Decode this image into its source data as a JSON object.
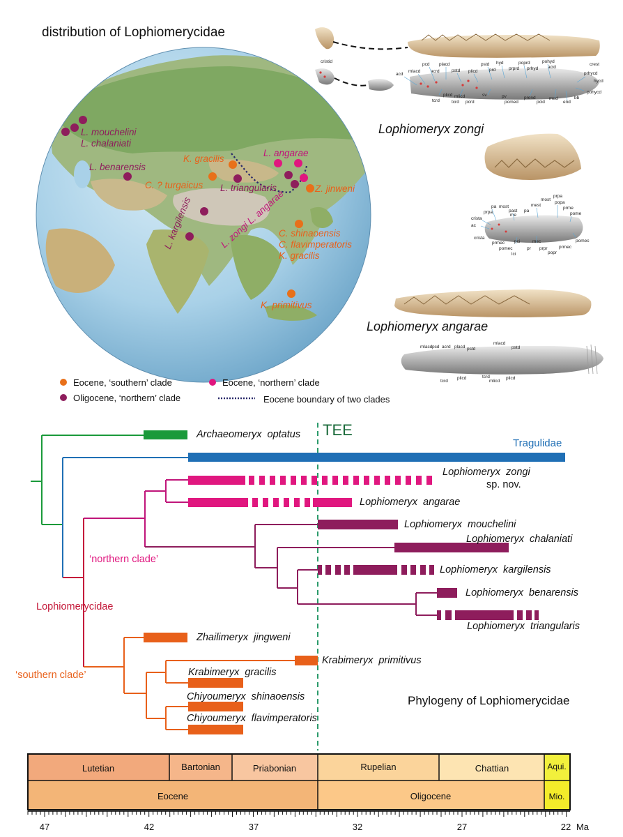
{
  "map": {
    "title": "distribution of Lophiomerycidae",
    "species_labels": [
      {
        "id": "mouchelini",
        "text": "L. mouchelini",
        "color": "#8e1d5c"
      },
      {
        "id": "chalaniati",
        "text": "L. chalaniati",
        "color": "#8e1d5c"
      },
      {
        "id": "benarensis",
        "text": "L. benarensis",
        "color": "#8e1d5c"
      },
      {
        "id": "kgracilis1",
        "text": "K. gracilis",
        "color": "#e8601a"
      },
      {
        "id": "turgaicus",
        "text": "C. ? turgaicus",
        "color": "#e8601a"
      },
      {
        "id": "angarae",
        "text": "L. angarae",
        "color": "#c0157a"
      },
      {
        "id": "triangularis",
        "text": "L. triangularis",
        "color": "#8e1d5c"
      },
      {
        "id": "jinweni",
        "text": "Z. jinweni",
        "color": "#e8601a"
      },
      {
        "id": "kargilensis",
        "text": "L. kargilensis",
        "color": "#8e1d5c"
      },
      {
        "id": "zongi",
        "text": "L. zongi L. angarae",
        "color": "#c0157a"
      },
      {
        "id": "shinaoensis",
        "text": "C. shinaoensis",
        "color": "#e8601a"
      },
      {
        "id": "flavimperatoris",
        "text": "C. flavimperatoris",
        "color": "#e8601a"
      },
      {
        "id": "kgracilis2",
        "text": "K. gracilis",
        "color": "#e8601a"
      },
      {
        "id": "primitivus",
        "text": "K. primitivus",
        "color": "#e8601a"
      }
    ],
    "legend": {
      "eocene_southern": "Eocene, ‘southern’ clade",
      "eocene_northern": "Eocene, ‘northern’ clade",
      "oligocene_northern": "Oligocene, ‘northern’ clade",
      "boundary": "Eocene boundary of two clades"
    },
    "colors": {
      "southern": "#e8701a",
      "northern_eocene": "#e0177f",
      "northern_oligocene": "#8e1d5c",
      "boundary": "#2a2a6a"
    }
  },
  "specimens": {
    "zongi_title": "Lophiomeryx zongi",
    "angarae_title": "Lophiomeryx angarae",
    "zongi_lower_terms": [
      "cristid",
      "acd",
      "mlacd",
      "pcd",
      "placd",
      "acrd",
      "pstd",
      "plicd",
      "pstd",
      "prd",
      "hyd",
      "poprd",
      "prprd",
      "prhyd",
      "pohyd",
      "acid",
      "crest",
      "prhycd",
      "hycd",
      "pohycd",
      "bb",
      "end",
      "med",
      "pcid",
      "prend",
      "pomed",
      "pv",
      "sv",
      "pcrd",
      "mlicd",
      "tcrd",
      "plicd",
      "tcrd"
    ],
    "zongi_upper_terms": [
      "crista",
      "prpa",
      "pa",
      "most",
      "past",
      "me",
      "pa",
      "mest",
      "most",
      "prpa",
      "popa",
      "prme",
      "pome",
      "pomec",
      "prmec",
      "mec",
      "prmec",
      "pci",
      "pr",
      "prpr",
      "popr",
      "lci",
      "pomec",
      "ac",
      "crista"
    ],
    "angarae_terms": [
      "mlacd",
      "pcd",
      "acrd",
      "placd",
      "pstd",
      "mlacd",
      "pstd",
      "tcrd",
      "plicd",
      "tcrd",
      "mlicd",
      "plicd"
    ]
  },
  "phylogeny": {
    "title": "Phylogeny of Lophiomerycidae",
    "tee_label": "TEE",
    "taxa": [
      {
        "id": "optatus",
        "label": "Archaeomeryx optatus"
      },
      {
        "id": "tragulidae",
        "label": "Tragulidae"
      },
      {
        "id": "zongi",
        "label": "Lophiomeryx zongi",
        "sub": "sp. nov."
      },
      {
        "id": "angarae",
        "label": "Lophiomeryx angarae"
      },
      {
        "id": "mouchelini",
        "label": "Lophiomeryx mouchelini"
      },
      {
        "id": "chalaniati",
        "label": "Lophiomeryx chalaniati"
      },
      {
        "id": "kargilensis",
        "label": "Lophiomeryx kargilensis"
      },
      {
        "id": "benarensis",
        "label": "Lophiomeryx benarensis"
      },
      {
        "id": "triangularis",
        "label": "Lophiomeryx triangularis"
      },
      {
        "id": "jingweni",
        "label": "Zhailimeryx jingweni"
      },
      {
        "id": "primitivus",
        "label": "Krabimeryx primitivus"
      },
      {
        "id": "kgracilis",
        "label": "Krabimeryx gracilis"
      },
      {
        "id": "shinaoensis",
        "label": "Chiyoumeryx shinaoensis"
      },
      {
        "id": "flavimperatoris",
        "label": "Chiyoumeryx flavimperatoris"
      }
    ],
    "clades": {
      "northern": "‘northern clade’",
      "family": "Lophiomerycidae",
      "southern": "‘southern clade’"
    },
    "colors": {
      "green": "#1a9a3a",
      "blue": "#1f6fb5",
      "magenta": "#e0177f",
      "plum": "#8e1d5c",
      "crimson": "#c41a3a",
      "orange": "#e8601a",
      "tee": "#2a9a6a"
    }
  },
  "timescale": {
    "stages": [
      "Lutetian",
      "Bartonian",
      "Priabonian",
      "Rupelian",
      "Chattian",
      "Aqui."
    ],
    "epochs": [
      "Eocene",
      "Oligocene",
      "Mio."
    ],
    "ticks": [
      "47",
      "42",
      "37",
      "32",
      "27",
      "22"
    ],
    "unit": "Ma"
  }
}
